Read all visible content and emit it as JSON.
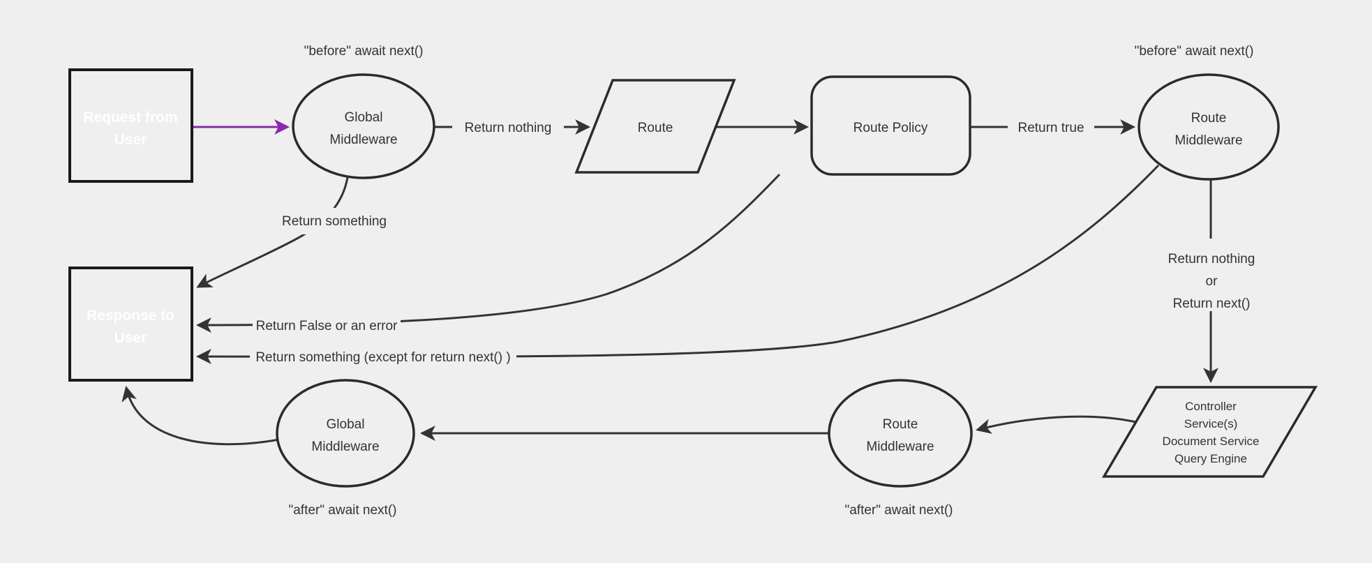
{
  "colors": {
    "background": "#efefef",
    "purple": "#8b28ad",
    "purple_border": "#1a1a1a",
    "line": "#333333",
    "text": "#333333"
  },
  "nodes": {
    "request": {
      "lines": [
        "Request from",
        "User"
      ]
    },
    "global_middleware_top": {
      "lines": [
        "Global",
        "Middleware"
      ]
    },
    "route": {
      "label": "Route"
    },
    "route_policy": {
      "label": "Route Policy"
    },
    "route_middleware_top": {
      "lines": [
        "Route",
        "Middleware"
      ]
    },
    "controller": {
      "lines": [
        "Controller",
        "Service(s)",
        "Document Service",
        "Query Engine"
      ]
    },
    "route_middleware_bottom": {
      "lines": [
        "Route",
        "Middleware"
      ]
    },
    "global_middleware_bottom": {
      "lines": [
        "Global",
        "Middleware"
      ]
    },
    "response": {
      "lines": [
        "Response to",
        "User"
      ]
    }
  },
  "annotations": {
    "before_await_left": "\"before\" await next()",
    "before_await_right": "\"before\" await next()",
    "after_await_left": "\"after\" await next()",
    "after_await_right": "\"after\" await next()"
  },
  "edge_labels": {
    "return_nothing": "Return nothing",
    "return_true": "Return true",
    "return_something": "Return something",
    "return_false_or_error": "Return False or an error",
    "return_something_except": "Return something (except for return next() )",
    "return_nothing_or": [
      "Return nothing",
      "or",
      "Return next()"
    ]
  }
}
